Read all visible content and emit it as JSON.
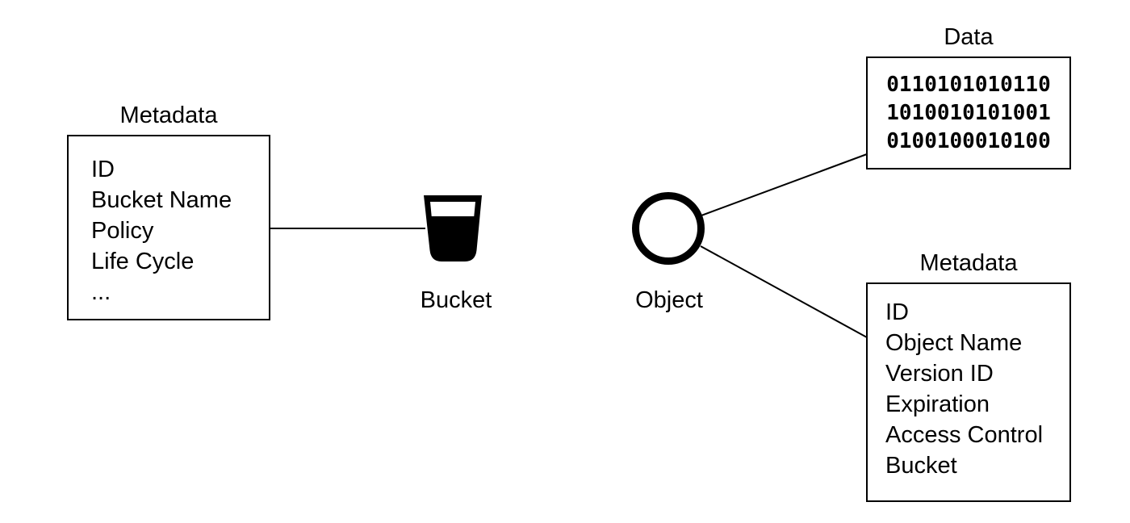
{
  "bucket": {
    "metadata_box": {
      "title": "Metadata",
      "items": [
        "ID",
        "Bucket Name",
        "Policy",
        "Life Cycle",
        "..."
      ]
    },
    "icon_label": "Bucket"
  },
  "object": {
    "label": "Object",
    "data_box": {
      "title": "Data",
      "binary_lines": [
        "0110101010110",
        "1010010101001",
        "0100100010100"
      ]
    },
    "metadata_box": {
      "title": "Metadata",
      "items": [
        "ID",
        "Object Name",
        "Version ID",
        "Expiration",
        "Access Control",
        "Bucket"
      ]
    }
  },
  "colors": {
    "ink": "#000000",
    "background": "#ffffff"
  }
}
